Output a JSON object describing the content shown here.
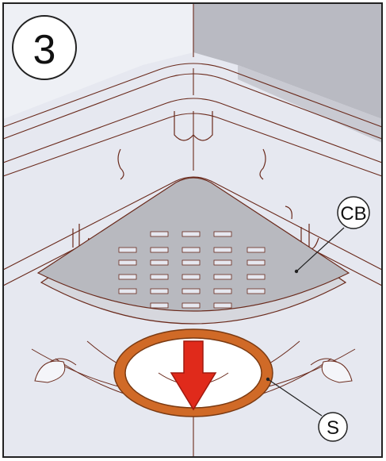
{
  "step_number": "3",
  "callouts": {
    "cover": "CB",
    "seal": "S"
  },
  "colors": {
    "background": "#ffffff",
    "tray": "#e6e8f0",
    "wall_right": "#b9bac2",
    "outline": "#6a2a1c",
    "cover_plate": "#b8b9bf",
    "cover_edge": "#d6d7dd",
    "seal_ring": "#d06a27",
    "seal_ring_edge": "#7a3a12",
    "arrow": "#e02a1b",
    "arrow_edge": "#a0190f"
  },
  "icons": {
    "step_badge": "circled-step-number",
    "direction": "down-arrow-icon"
  }
}
